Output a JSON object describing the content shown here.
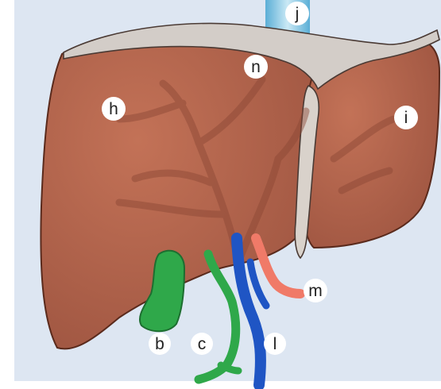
{
  "figure": {
    "background": "#dde6f2",
    "colors": {
      "liver": "#b4644c",
      "liver_dark": "#8e4a36",
      "vessel_shadow": "#7a3a2a",
      "ligament": "#d8d2cc",
      "gallbladder_duct": "#2fa84a",
      "portal_vein": "#1f55c4",
      "hepatic_artery": "#f07a68",
      "ivc": "#7fc4e0",
      "label_circle": "#ffffff",
      "label_text": "#222222"
    },
    "labels": [
      {
        "id": "b",
        "text": "b"
      },
      {
        "id": "c",
        "text": "c"
      },
      {
        "id": "h",
        "text": "h"
      },
      {
        "id": "i",
        "text": "i"
      },
      {
        "id": "j",
        "text": "j"
      },
      {
        "id": "l",
        "text": "l"
      },
      {
        "id": "m",
        "text": "m"
      },
      {
        "id": "n",
        "text": "n"
      }
    ]
  }
}
